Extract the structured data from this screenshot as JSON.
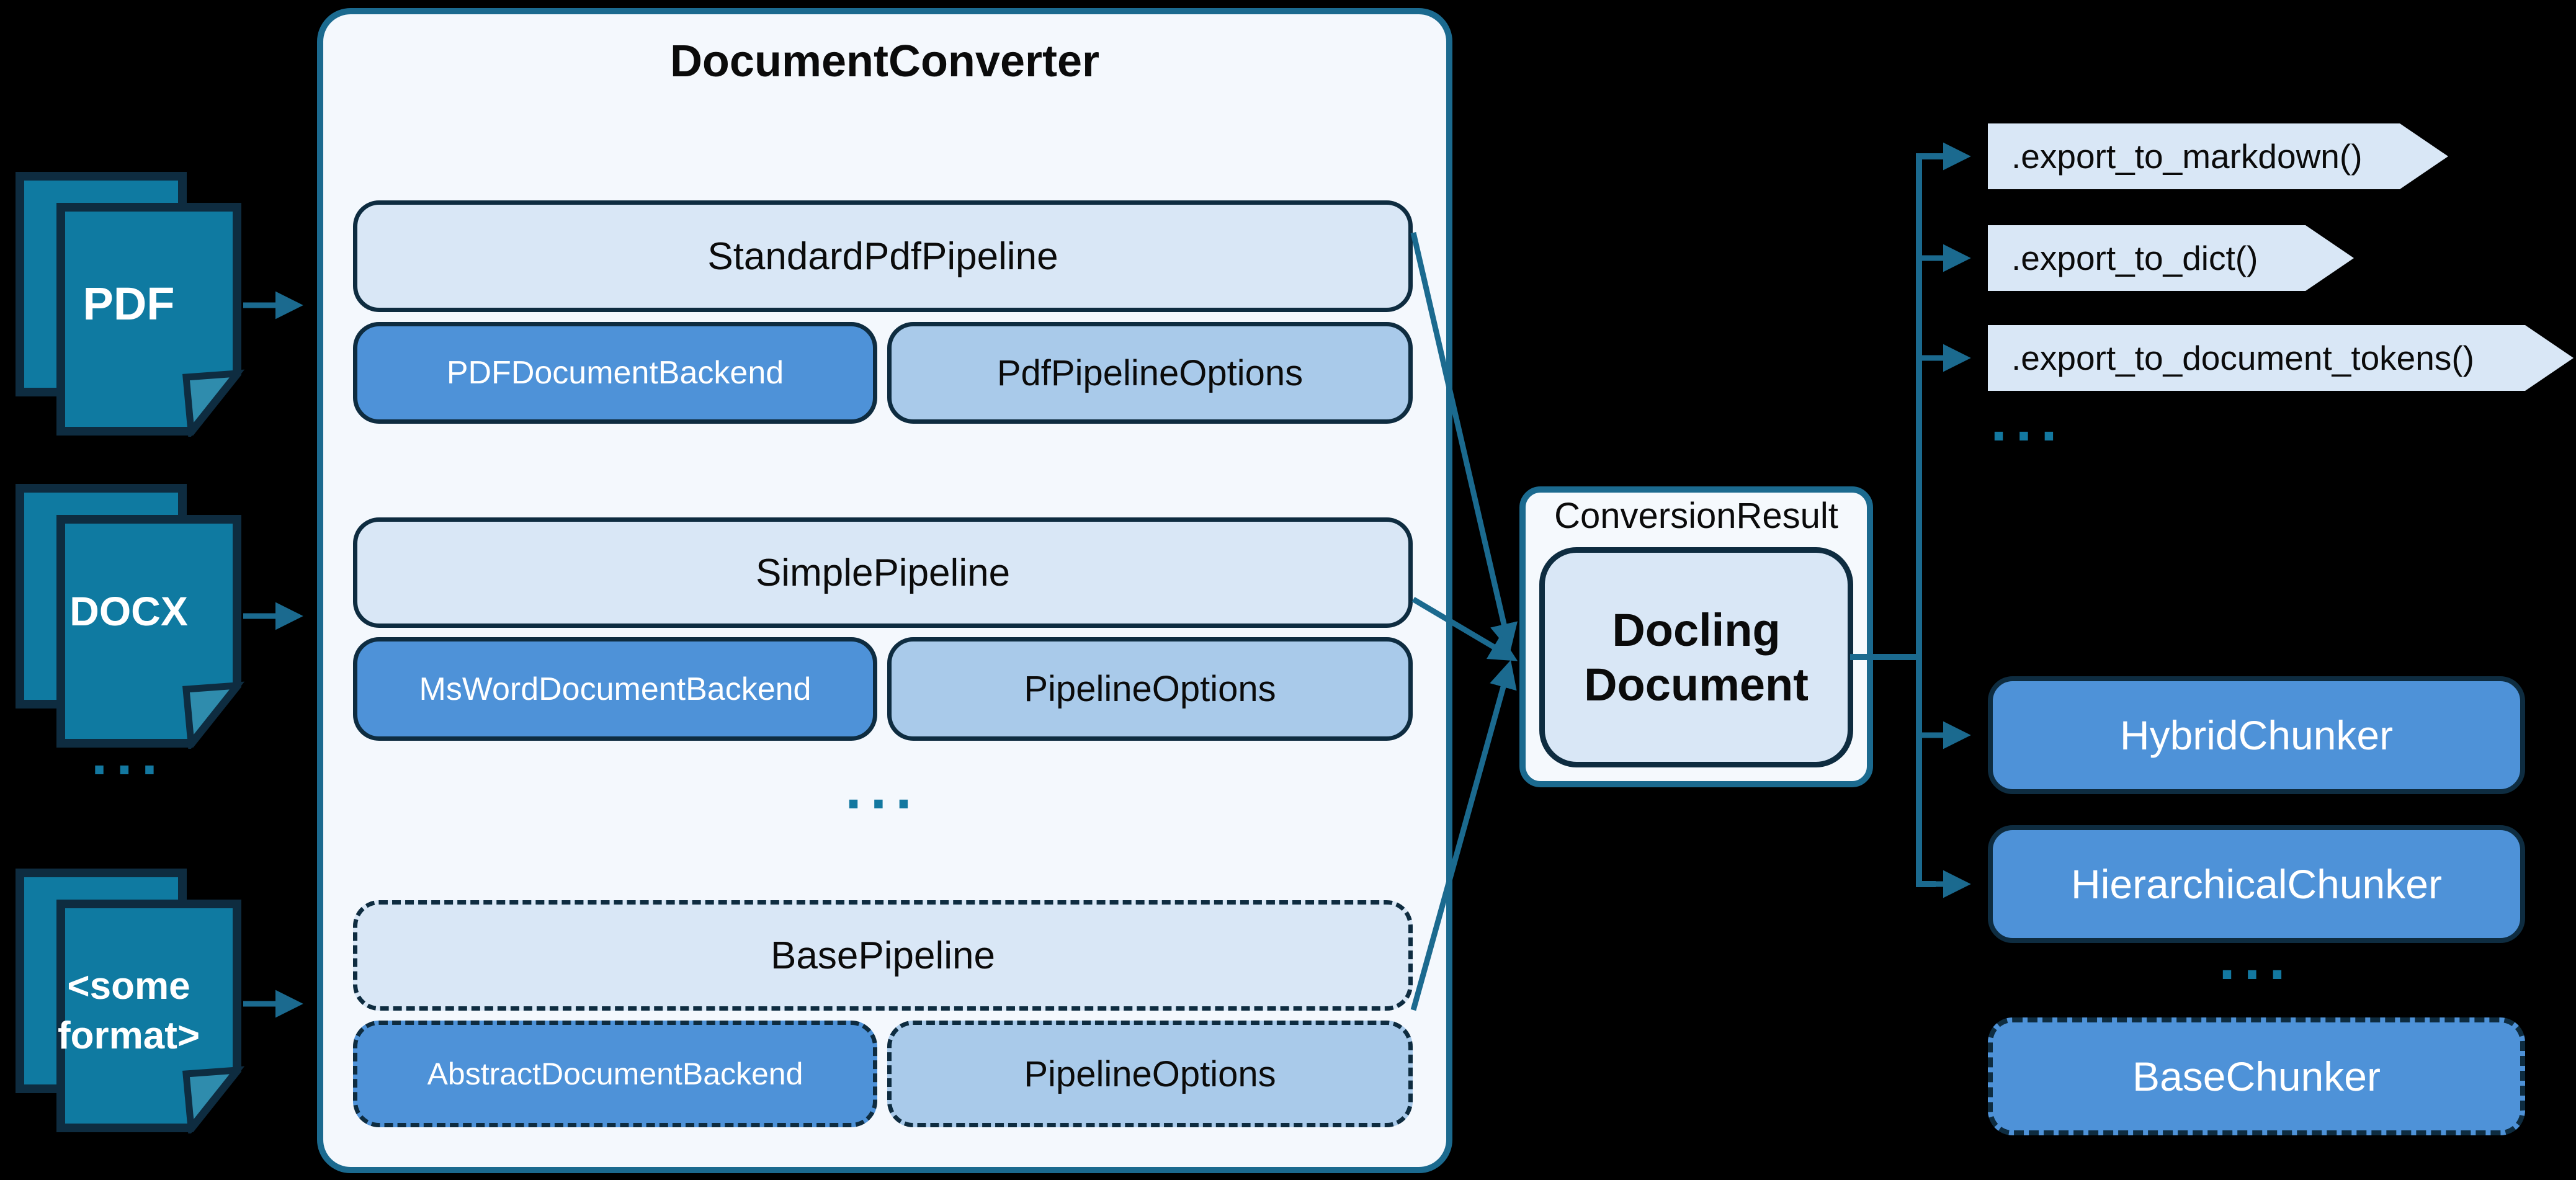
{
  "colors": {
    "background": "#000000",
    "accent_teal": "#1B6A8F",
    "icon_teal": "#0F7AA1",
    "icon_fold_teal": "#2F8CAD",
    "navy_border": "#0E2C40",
    "panel_light": "#F4F8FD",
    "light_blue_box": "#D9E7F6",
    "medium_blue_box": "#4E92D8",
    "pale_blue_box": "#A9CAEA",
    "dots_teal": "#1378A0",
    "white_text": "#FFFFFF",
    "black_text": "#0B0B0B"
  },
  "sources": [
    {
      "line1": "PDF",
      "line2": ""
    },
    {
      "line1": "DOCX",
      "line2": ""
    },
    {
      "line1": "<some",
      "line2": "format>"
    }
  ],
  "sources_ellipsis": "...",
  "converter": {
    "title": "DocumentConverter",
    "ellipsis": "...",
    "rows": [
      {
        "pipeline": "StandardPdfPipeline",
        "backend": "PDFDocumentBackend",
        "options": "PdfPipelineOptions"
      },
      {
        "pipeline": "SimplePipeline",
        "backend": "MsWordDocumentBackend",
        "options": "PipelineOptions"
      },
      {
        "pipeline": "BasePipeline",
        "backend": "AbstractDocumentBackend",
        "options": "PipelineOptions"
      }
    ]
  },
  "result": {
    "label": "ConversionResult",
    "doc_line1": "Docling",
    "doc_line2": "Document"
  },
  "exports": {
    "methods": [
      ".export_to_markdown()",
      ".export_to_dict()",
      ".export_to_document_tokens()"
    ],
    "ellipsis": "..."
  },
  "chunkers": {
    "items": [
      "HybridChunker",
      "HierarchicalChunker"
    ],
    "ellipsis": "...",
    "base": "BaseChunker"
  }
}
